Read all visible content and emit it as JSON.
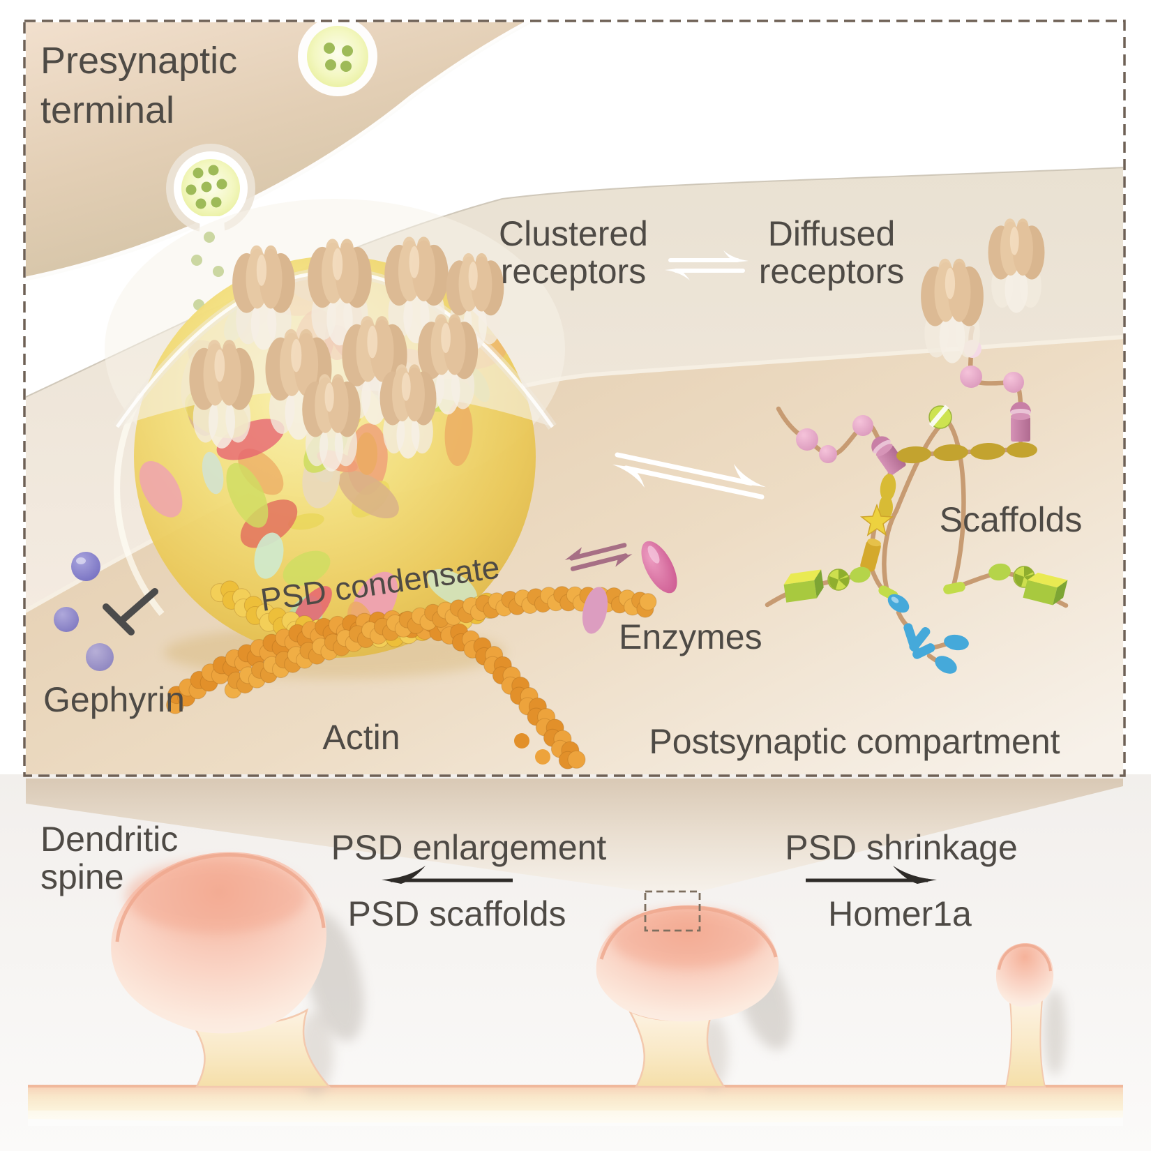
{
  "figure": {
    "panel": {
      "presynaptic_terminal_line1": "Presynaptic",
      "presynaptic_terminal_line2": "terminal",
      "clustered_receptors_line1": "Clustered",
      "clustered_receptors_line2": "receptors",
      "diffused_receptors_line1": "Diffused",
      "diffused_receptors_line2": "receptors",
      "psd_condensate": "PSD condensate",
      "gephyrin": "Gephyrin",
      "actin": "Actin",
      "enzymes": "Enzymes",
      "scaffolds": "Scaffolds",
      "postsynaptic_compartment": "Postsynaptic compartment"
    },
    "lower": {
      "dendritic_spine_line1": "Dendritic",
      "dendritic_spine_line2": "spine",
      "psd_enlargement": "PSD enlargement",
      "psd_scaffolds": "PSD scaffolds",
      "psd_shrinkage": "PSD shrinkage",
      "homer1a": "Homer1a"
    },
    "colors": {
      "label_text": "#4e4a45",
      "panel_border": "#6e6055",
      "presynaptic_tan": "#d2c2a5",
      "greige_band": "#eae2d4",
      "postsynaptic_tan": "#e4ceb1",
      "condensate_yellow": "#eec94f",
      "actin_orange": "#e2902a",
      "gephyrin_purple": "#7b76c6",
      "enzyme_pink": "#d66a9b",
      "vesicle_green": "#a3bf60",
      "scaffold_pink": "#c77ca4",
      "scaffold_green": "#a8c93f",
      "scaffold_blue": "#45a9da",
      "scaffold_gold": "#d4a92c",
      "spine_pink": "#f5b59e"
    }
  }
}
